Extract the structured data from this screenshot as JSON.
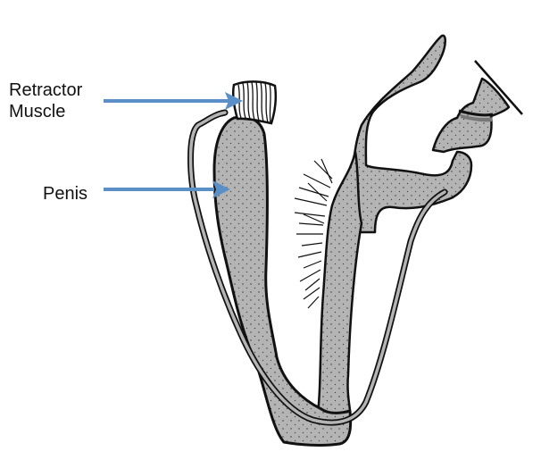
{
  "labels": {
    "retractor_line1": "Retractor",
    "retractor_line2": "Muscle",
    "penis": "Penis"
  },
  "colors": {
    "arrow": "#5b8fc7",
    "tissue_fill": "#b4b4b4",
    "outline": "#111111",
    "background": "#ffffff"
  }
}
